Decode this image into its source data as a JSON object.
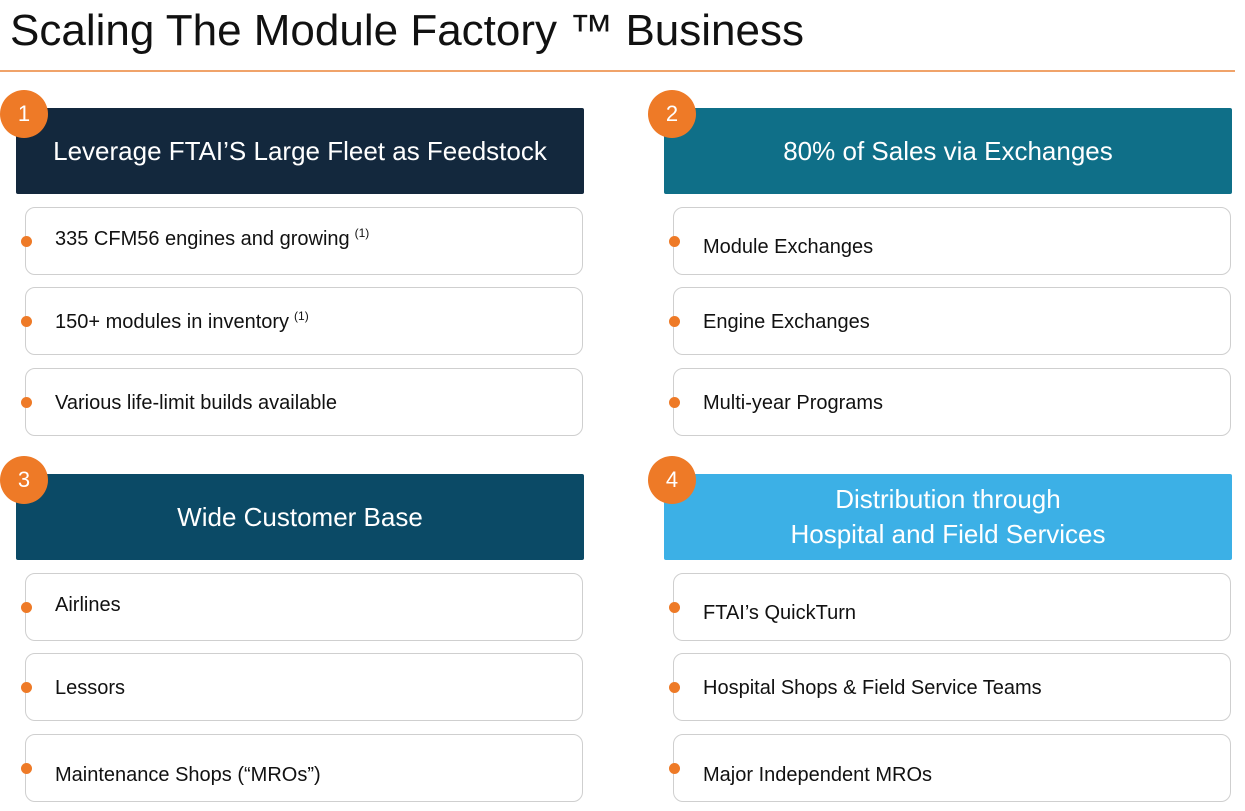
{
  "page": {
    "title": "Scaling The Module Factory ™ Business"
  },
  "colors": {
    "accent": "#ee7a27",
    "navy": "#13283d",
    "teal": "#0f6f88",
    "deep_blue": "#0b4a66",
    "sky": "#3cb0e6"
  },
  "quadrants": [
    {
      "number": "1",
      "header": "Leverage FTAI’S Large Fleet as Feedstock",
      "header_color": "#13283d",
      "items": [
        {
          "label": "335 CFM56 engines and growing",
          "note": "(1)"
        },
        {
          "label": "150+ modules in inventory",
          "note": "(1)"
        },
        {
          "label": "Various life-limit builds available",
          "note": ""
        }
      ]
    },
    {
      "number": "2",
      "header": "80% of Sales via Exchanges",
      "header_color": "#0f6f88",
      "items": [
        {
          "label": "Module Exchanges",
          "note": ""
        },
        {
          "label": "Engine Exchanges",
          "note": ""
        },
        {
          "label": "Multi-year Programs",
          "note": ""
        }
      ]
    },
    {
      "number": "3",
      "header": "Wide Customer Base",
      "header_color": "#0b4a66",
      "items": [
        {
          "label": "Airlines",
          "note": ""
        },
        {
          "label": "Lessors",
          "note": ""
        },
        {
          "label": "Maintenance Shops (“MROs”)",
          "note": ""
        }
      ]
    },
    {
      "number": "4",
      "header": "Distribution through\nHospital and Field Services",
      "header_color": "#3cb0e6",
      "items": [
        {
          "label": "FTAI’s QuickTurn",
          "note": ""
        },
        {
          "label": "Hospital Shops & Field Service Teams",
          "note": ""
        },
        {
          "label": "Major Independent MROs",
          "note": ""
        }
      ]
    }
  ]
}
